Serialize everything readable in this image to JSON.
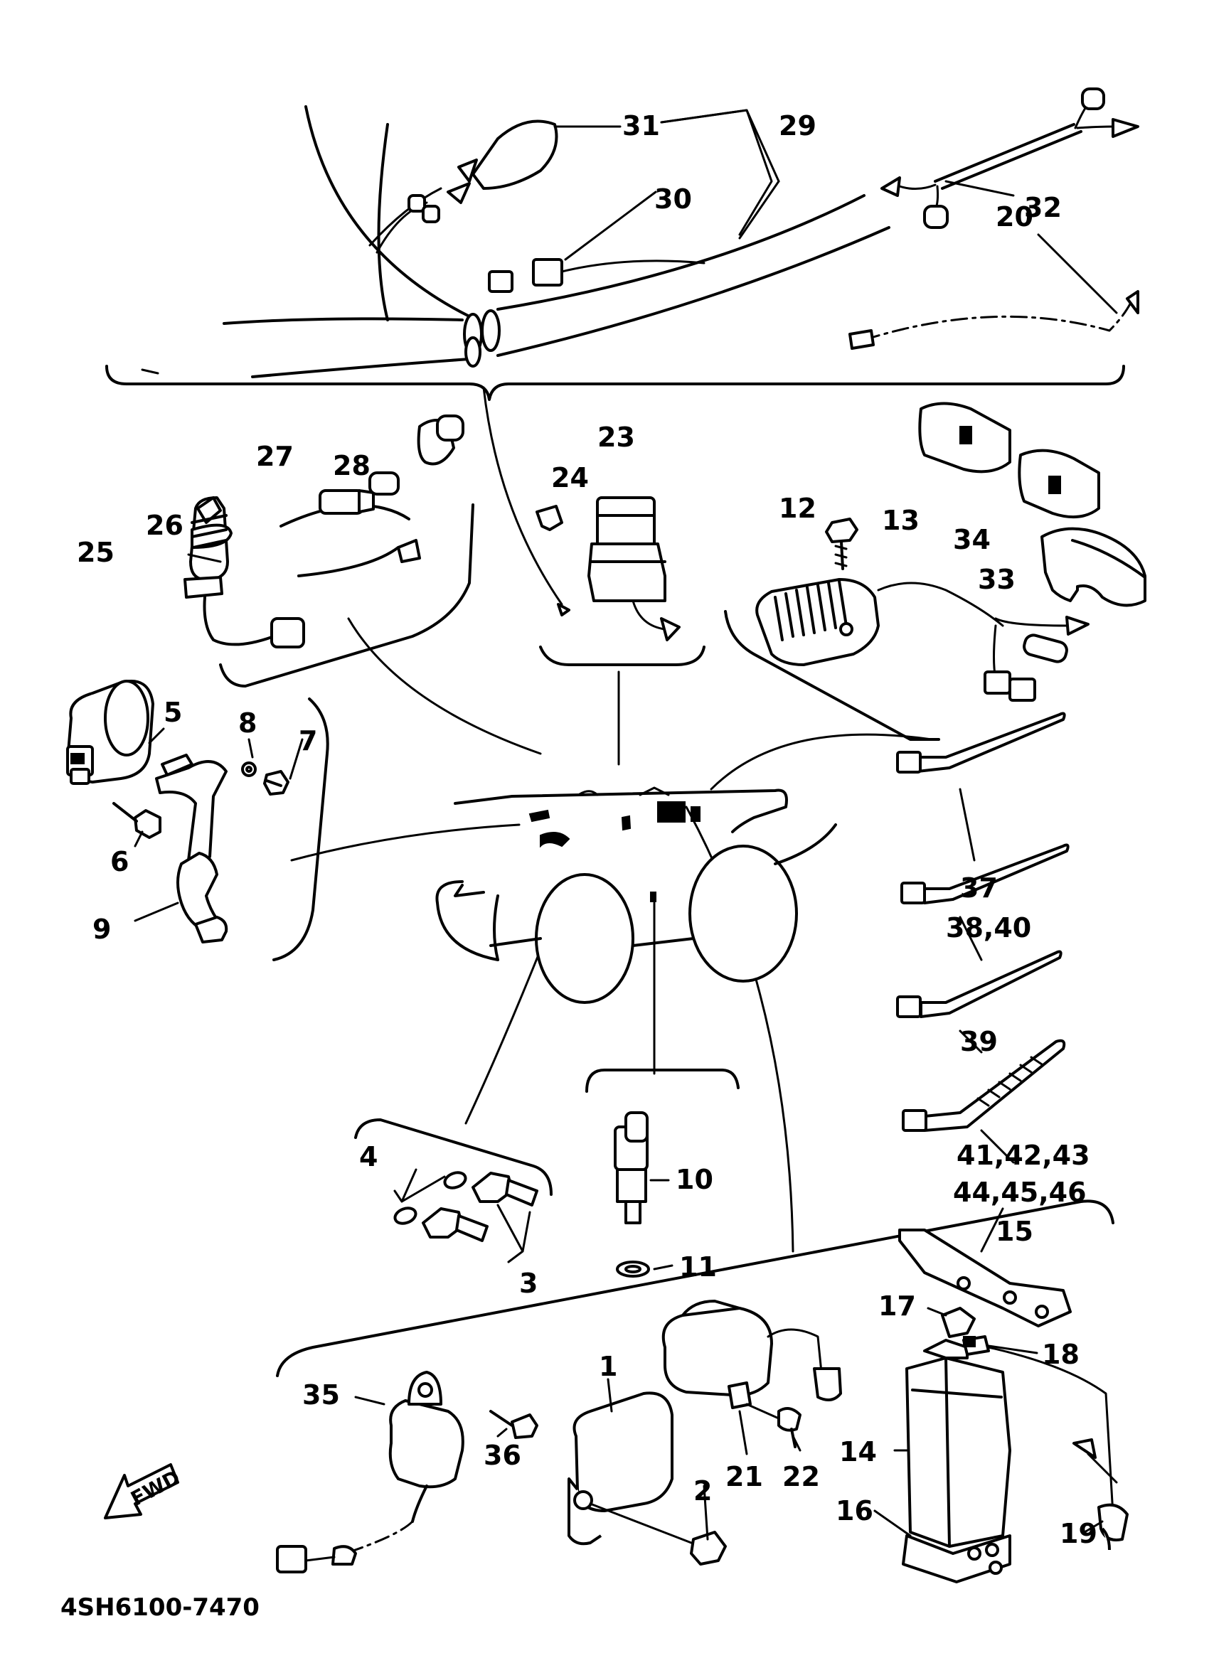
{
  "diagram_code": "4SH6100-7470",
  "fwd_label": "FWD",
  "callouts": {
    "c1": "1",
    "c2": "2",
    "c3": "3",
    "c4": "4",
    "c5": "5",
    "c6": "6",
    "c7": "7",
    "c8": "8",
    "c9": "9",
    "c10": "10",
    "c11": "11",
    "c12": "12",
    "c13": "13",
    "c14": "14",
    "c15": "15",
    "c16": "16",
    "c17": "17",
    "c18": "18",
    "c19": "19",
    "c20": "20",
    "c21": "21",
    "c22": "22",
    "c23": "23",
    "c24": "24",
    "c25": "25",
    "c26": "26",
    "c27": "27",
    "c28": "28",
    "c29": "29",
    "c30": "30",
    "c31": "31",
    "c32": "32",
    "c33": "33",
    "c34": "34",
    "c35": "35",
    "c36": "36",
    "c37": "37",
    "c38_40": "38,40",
    "c39": "39",
    "c41_43": "41,42,43",
    "c44_46": "44,45,46"
  }
}
